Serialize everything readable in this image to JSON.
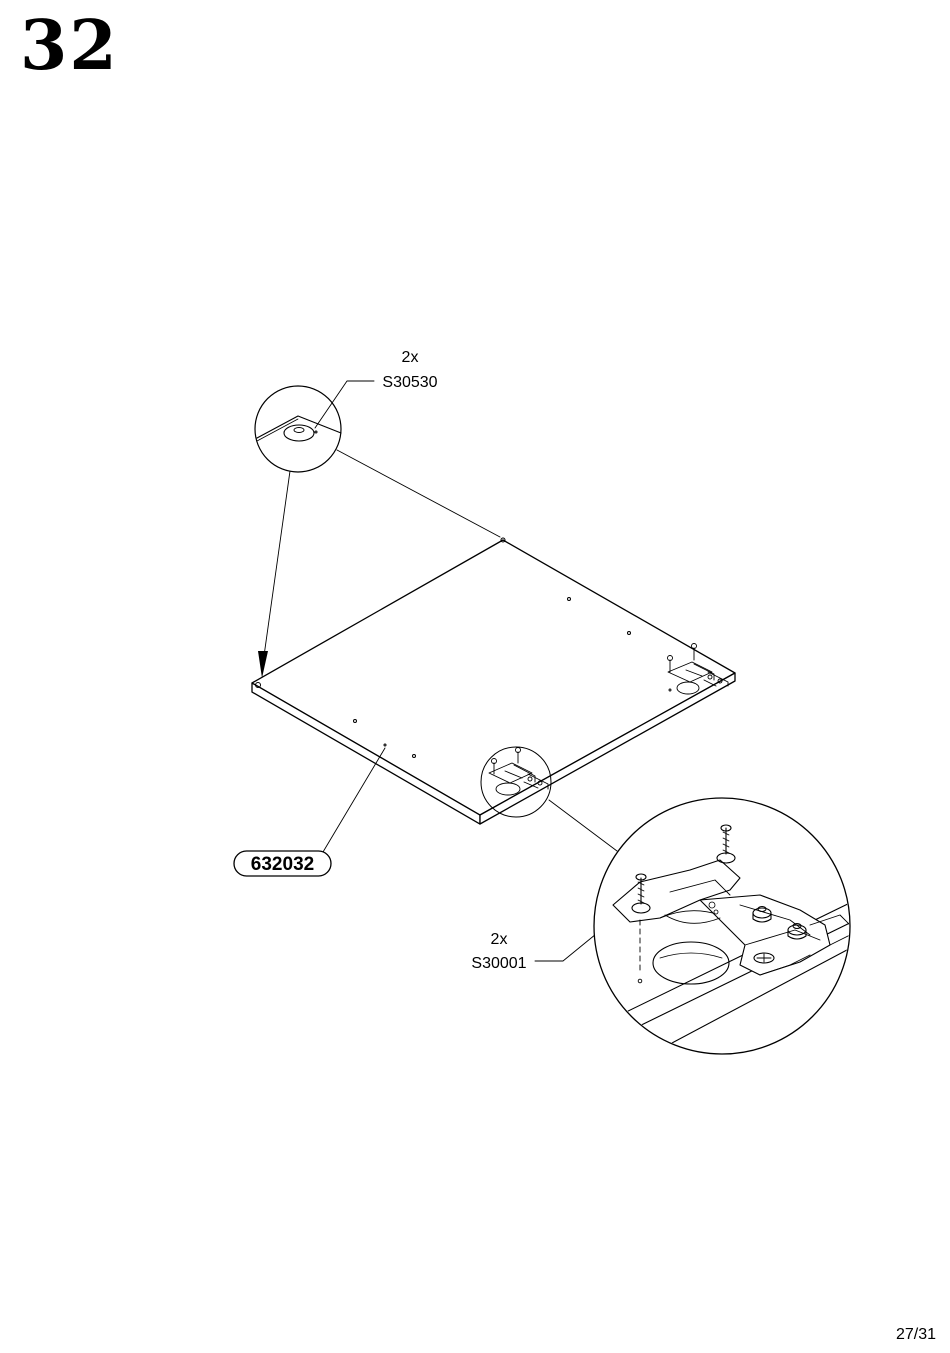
{
  "step": {
    "number": "32"
  },
  "page": {
    "number": "27/31"
  },
  "callouts": {
    "top": {
      "qty": "2x",
      "part": "S30530"
    },
    "hinge": {
      "qty": "2x",
      "part": "S30001"
    }
  },
  "panel": {
    "part": "632032"
  },
  "colors": {
    "ink": "#000000",
    "paper": "#ffffff"
  }
}
